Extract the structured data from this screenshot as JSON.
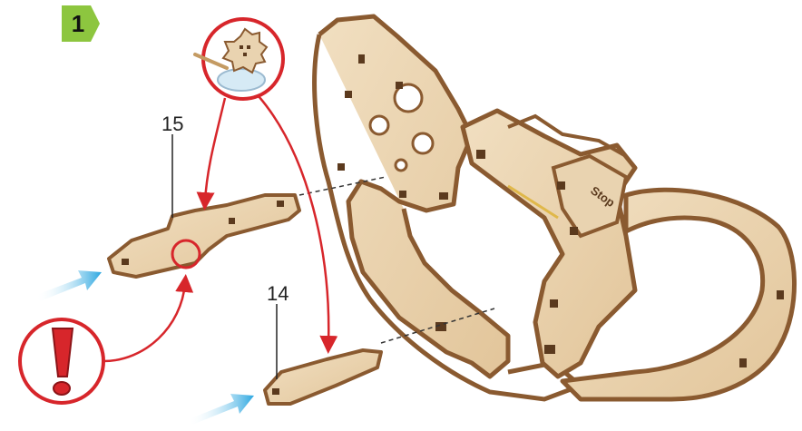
{
  "step": {
    "number": "1",
    "badge_color": "#8dc63f"
  },
  "parts": {
    "part15": {
      "label": "15"
    },
    "part14": {
      "label": "14"
    }
  },
  "frame": {
    "stamp_text": "Stop"
  },
  "icons": {
    "glue": "glue-application-icon",
    "warning": "exclamation-warning-icon",
    "arrow": "direction-arrow-icon"
  },
  "colors": {
    "wood": "#e9d3b0",
    "wood_edge": "#8a5a30",
    "red_line": "#d7262b",
    "blue_arrow": "#2aa6e0"
  }
}
